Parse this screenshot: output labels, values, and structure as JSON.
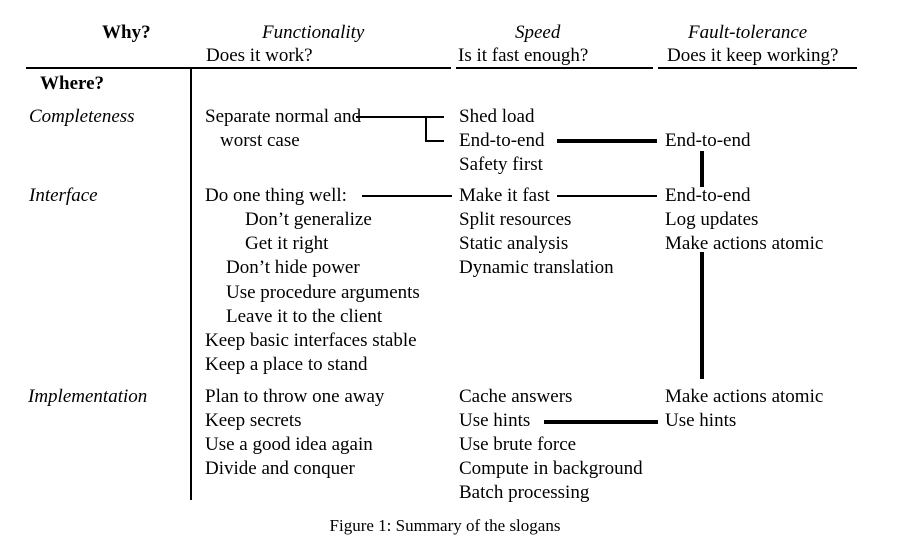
{
  "header": {
    "why": "Why?",
    "where": "Where?",
    "columns": [
      {
        "title": "Functionality",
        "question": "Does it work?"
      },
      {
        "title": "Speed",
        "question": "Is it fast enough?"
      },
      {
        "title": "Fault-tolerance",
        "question": "Does it keep working?"
      }
    ]
  },
  "rows": [
    {
      "label": "Completeness",
      "functionality": [
        "Separate normal and",
        "worst case"
      ],
      "speed": [
        "Shed load",
        "End-to-end",
        "Safety first"
      ],
      "fault_tolerance": [
        "End-to-end"
      ]
    },
    {
      "label": "Interface",
      "functionality": [
        "Do one thing well:",
        "Don’t generalize",
        "Get it right",
        "Don’t hide power",
        "Use procedure arguments",
        "Leave it to the client",
        "Keep basic interfaces stable",
        "Keep a place to stand"
      ],
      "speed": [
        "Make it fast",
        "Split resources",
        "Static analysis",
        "Dynamic translation"
      ],
      "fault_tolerance": [
        "End-to-end",
        "Log updates",
        "Make actions atomic"
      ]
    },
    {
      "label": "Implementation",
      "functionality": [
        "Plan to throw one away",
        "Keep secrets",
        "Use a good idea again",
        "Divide and conquer"
      ],
      "speed": [
        "Cache answers",
        "Use hints",
        "Use brute force",
        "Compute in background",
        "Batch processing"
      ],
      "fault_tolerance": [
        "Make actions atomic",
        "Use hints"
      ]
    }
  ],
  "connections": [
    {
      "from": "Separate normal and worst case",
      "to": "Shed load",
      "weight": "thin"
    },
    {
      "from": "Separate normal and worst case",
      "to": "End-to-end (Speed)",
      "weight": "thin"
    },
    {
      "from": "End-to-end (Speed, Completeness)",
      "to": "End-to-end (Fault-tolerance, Completeness)",
      "weight": "thick"
    },
    {
      "from": "End-to-end (Fault-tolerance, Completeness)",
      "to": "End-to-end (Fault-tolerance, Interface)",
      "weight": "thick"
    },
    {
      "from": "Do one thing well:",
      "to": "Make it fast",
      "weight": "thin"
    },
    {
      "from": "Make it fast",
      "to": "End-to-end (Fault-tolerance, Interface)",
      "weight": "thin"
    },
    {
      "from": "Make actions atomic (Fault-tolerance, Interface)",
      "to": "Make actions atomic (Fault-tolerance, Implementation)",
      "weight": "thick"
    },
    {
      "from": "Use hints (Speed)",
      "to": "Use hints (Fault-tolerance)",
      "weight": "thick"
    }
  ],
  "caption": "Figure 1: Summary of the slogans"
}
